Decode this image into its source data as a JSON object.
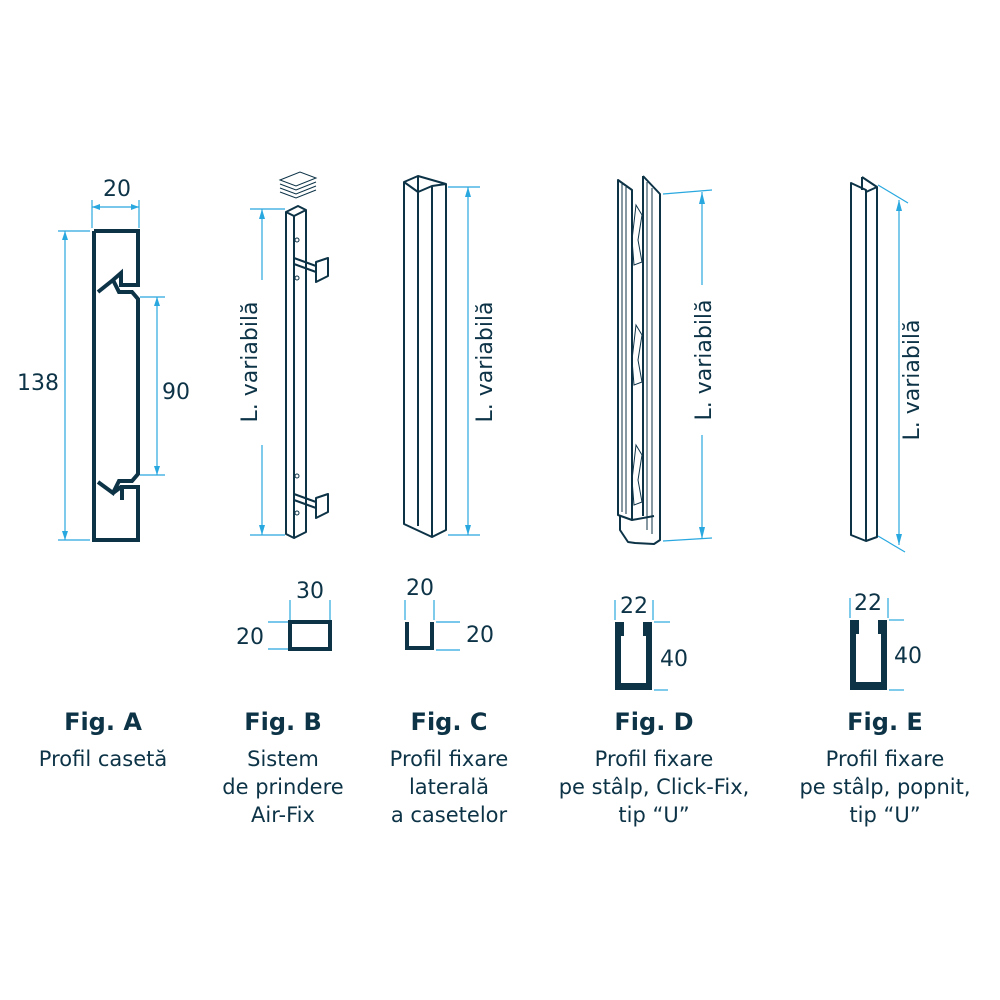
{
  "colors": {
    "outline": "#0d3347",
    "dimension": "#29a8e0"
  },
  "figures": [
    {
      "label": "Fig. A",
      "caption": [
        "Profil casetă"
      ],
      "dims": {
        "width": "20",
        "height": "138",
        "inner": "90"
      }
    },
    {
      "label": "Fig. B",
      "caption": [
        "Sistem",
        "de prindere",
        "Air-Fix"
      ],
      "length": "L. variabilă",
      "section": {
        "width": "30",
        "height": "20"
      }
    },
    {
      "label": "Fig. C",
      "caption": [
        "Profil fixare",
        "laterală",
        "a casetelor"
      ],
      "length": "L. variabilă",
      "section": {
        "width": "20",
        "height": "20"
      }
    },
    {
      "label": "Fig. D",
      "caption": [
        "Profil fixare",
        "pe stâlp, Click-Fix,",
        "tip “U”"
      ],
      "length": "L. variabilă",
      "section": {
        "width": "22",
        "height": "40"
      }
    },
    {
      "label": "Fig. E",
      "caption": [
        "Profil fixare",
        "pe stâlp, popnit,",
        "tip “U”"
      ],
      "length": "L. variabilă",
      "section": {
        "width": "22",
        "height": "40"
      }
    }
  ]
}
